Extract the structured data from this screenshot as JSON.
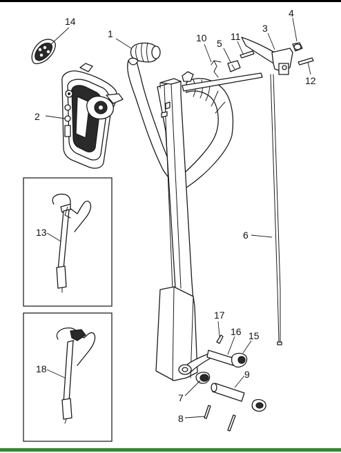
{
  "callouts": {
    "n1": "1",
    "n2": "2",
    "n3": "3",
    "n4": "4",
    "n5": "5",
    "n6": "6",
    "n7": "7",
    "n8": "8",
    "n9": "9",
    "n10": "10",
    "n11": "11",
    "n12": "12",
    "n13": "13",
    "n14": "14",
    "n15": "15",
    "n16": "16",
    "n17": "17",
    "n18": "18"
  },
  "colors": {
    "frame_top": "#000000",
    "frame_bottom": "#2e8b2e",
    "line": "#1a1a1a"
  },
  "icons": [
    "remote-control",
    "control-box",
    "handlebar-upright",
    "throttle-lever",
    "brake-cable",
    "bushing",
    "bolt",
    "hinge-pin",
    "spring-clip"
  ]
}
